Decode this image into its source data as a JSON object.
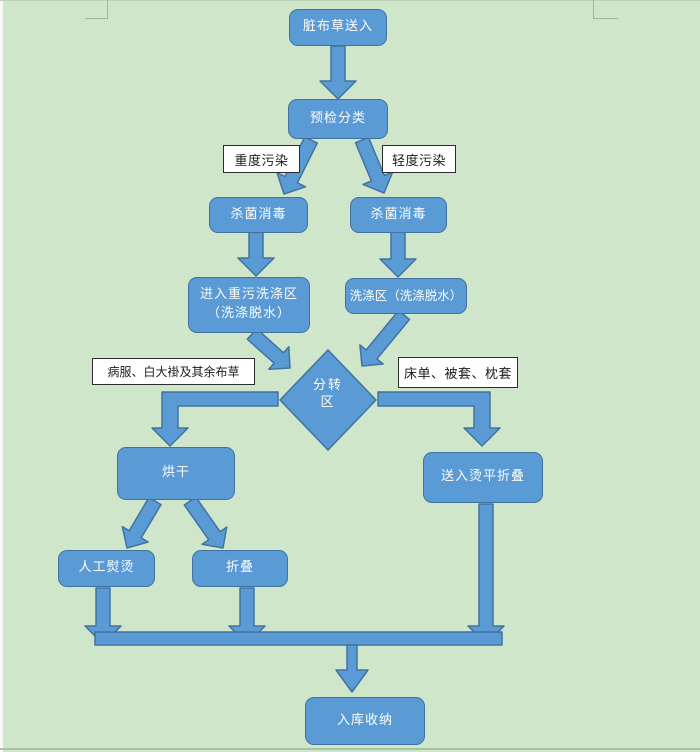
{
  "page": {
    "background": "#d0e6cb"
  },
  "colors": {
    "shape_fill": "#5b9bd5",
    "shape_border": "#4173a0",
    "shape_text": "#fcfdfe",
    "branch_label_bg": "#ffffff",
    "branch_label_border": "#2d2d2d",
    "branch_label_text": "#1c1c1c",
    "page_background": "#d0e6cb",
    "page_edge_marks": "#9fb69c"
  },
  "flowchart": {
    "nodes": {
      "start": "脏布草送入",
      "precheck": "预检分类",
      "sterilize_left": "杀菌消毒",
      "sterilize_right": "杀菌消毒",
      "heavy_wash": "进入重污洗涤区（洗涤脱水）",
      "wash": "洗涤区（洗涤脱水）",
      "transfer": "分转区",
      "dry": "烘干",
      "iron_fold": "送入烫平折叠",
      "manual_iron": "人工熨烫",
      "fold": "折叠",
      "storage": "入库收纳"
    },
    "branch_labels": {
      "heavy": "重度污染",
      "light": "轻度污染",
      "clothes": "病服、白大褂及其余布草",
      "sheets": "床单、被套、枕套"
    },
    "edges": [
      {
        "from": "start",
        "to": "precheck"
      },
      {
        "from": "precheck",
        "to": "sterilize_left",
        "label": "重度污染"
      },
      {
        "from": "precheck",
        "to": "sterilize_right",
        "label": "轻度污染"
      },
      {
        "from": "sterilize_left",
        "to": "heavy_wash"
      },
      {
        "from": "sterilize_right",
        "to": "wash"
      },
      {
        "from": "heavy_wash",
        "to": "transfer"
      },
      {
        "from": "wash",
        "to": "transfer"
      },
      {
        "from": "transfer",
        "to": "dry",
        "label": "病服、白大褂及其余布草"
      },
      {
        "from": "transfer",
        "to": "iron_fold",
        "label": "床单、被套、枕套"
      },
      {
        "from": "dry",
        "to": "manual_iron"
      },
      {
        "from": "dry",
        "to": "fold"
      },
      {
        "from": "manual_iron",
        "to": "storage"
      },
      {
        "from": "fold",
        "to": "storage"
      },
      {
        "from": "iron_fold",
        "to": "storage"
      }
    ]
  }
}
